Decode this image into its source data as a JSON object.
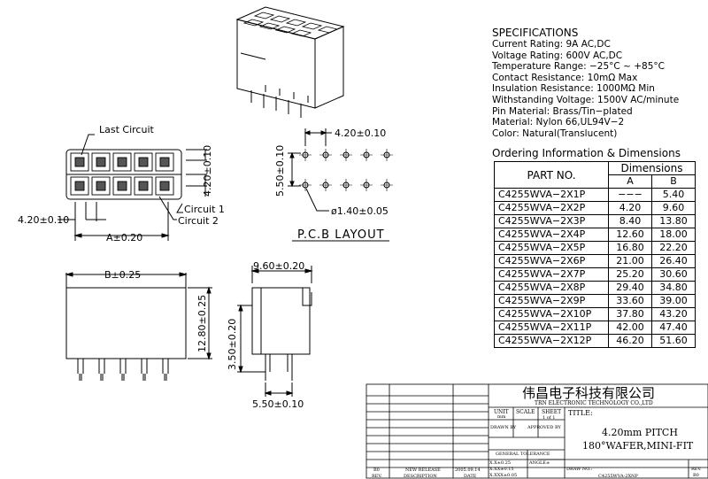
{
  "specifications": {
    "heading": "SPECIFICATIONS",
    "lines": [
      "Current Rating: 9A AC,DC",
      "Voltage Rating: 600V AC,DC",
      "Temperature Range: −25°C ~ +85°C",
      "Contact Resistance: 10mΩ Max",
      "Insulation Resistance: 1000MΩ Min",
      "Withstanding Voltage: 1500V AC/minute",
      "Pin Material: Brass/Tin−plated",
      "Material: Nylon 66,UL94V−2",
      "Color: Natural(Translucent)"
    ]
  },
  "ordering": {
    "title": "Ordering Information & Dimensions",
    "part_header": "PART NO.",
    "dims_header": "Dimensions",
    "col_a": "A",
    "col_b": "B",
    "rows": [
      [
        "C4255WVA−2X1P",
        "−−−",
        "5.40"
      ],
      [
        "C4255WVA−2X2P",
        "4.20",
        "9.60"
      ],
      [
        "C4255WVA−2X3P",
        "8.40",
        "13.80"
      ],
      [
        "C4255WVA−2X4P",
        "12.60",
        "18.00"
      ],
      [
        "C4255WVA−2X5P",
        "16.80",
        "22.20"
      ],
      [
        "C4255WVA−2X6P",
        "21.00",
        "26.40"
      ],
      [
        "C4255WVA−2X7P",
        "25.20",
        "30.60"
      ],
      [
        "C4255WVA−2X8P",
        "29.40",
        "34.80"
      ],
      [
        "C4255WVA−2X9P",
        "33.60",
        "39.00"
      ],
      [
        "C4255WVA−2X10P",
        "37.80",
        "43.20"
      ],
      [
        "C4255WVA−2X11P",
        "42.00",
        "47.40"
      ],
      [
        "C4255WVA−2X12P",
        "46.20",
        "51.60"
      ]
    ]
  },
  "drawing": {
    "last_circuit": "Last Circuit",
    "circuit1": "Circuit 1",
    "circuit2": "Circuit 2",
    "dim_pitch_v": "4.20±0.10",
    "dim_pitch_h_left": "4.20±0.10",
    "dim_a": "A±0.20",
    "pcb_pitch_h": "4.20±0.10",
    "pcb_pitch_v": "5.50±0.10",
    "pcb_hole": "ø1.40±0.05",
    "pcb_layout": "P.C.B LAYOUT",
    "dim_b": "B±0.25",
    "dim_height": "12.80±0.25",
    "dim_side_width": "9.60±0.20",
    "dim_pin_len": "3.50±0.20",
    "dim_pin_row": "5.50±0.10"
  },
  "title_block": {
    "company_cn": "伟昌电子科技有限公司",
    "company_en": "TRN ELECTRONIC TECHNOLOGY CO.,LTD",
    "unit_label": "UNIT",
    "unit_value": "mm",
    "scale_label": "SCALE",
    "sheet_label": "SHEET",
    "sheet_value": "1 of 1",
    "title_label": "TITLE:",
    "title_line1": "4.20mm PITCH",
    "title_line2": "180°WAFER,MINI-FIT",
    "drawn_by": "DRAWN BY",
    "approved_by": "APPROVED BY",
    "general_tolerance": "GENERAL TOLERANCE",
    "tol1": "X.X±0.25",
    "tol2": "X.XX±0.15",
    "tol3": "X.XXX±0.05",
    "angle": "ANGLE±",
    "drw_no_label": "DRAW NO.:",
    "drw_no": "C4255WVA-2XNP",
    "rev_label": "REV.",
    "rev_value": "B0",
    "rev_row_rev": "B0",
    "rev_row_desc": "NEW RELEASE",
    "rev_row_date": "2005.09.14",
    "hdr_rev": "REV.",
    "hdr_desc": "DESCRIPTION",
    "hdr_date": "DATE"
  }
}
